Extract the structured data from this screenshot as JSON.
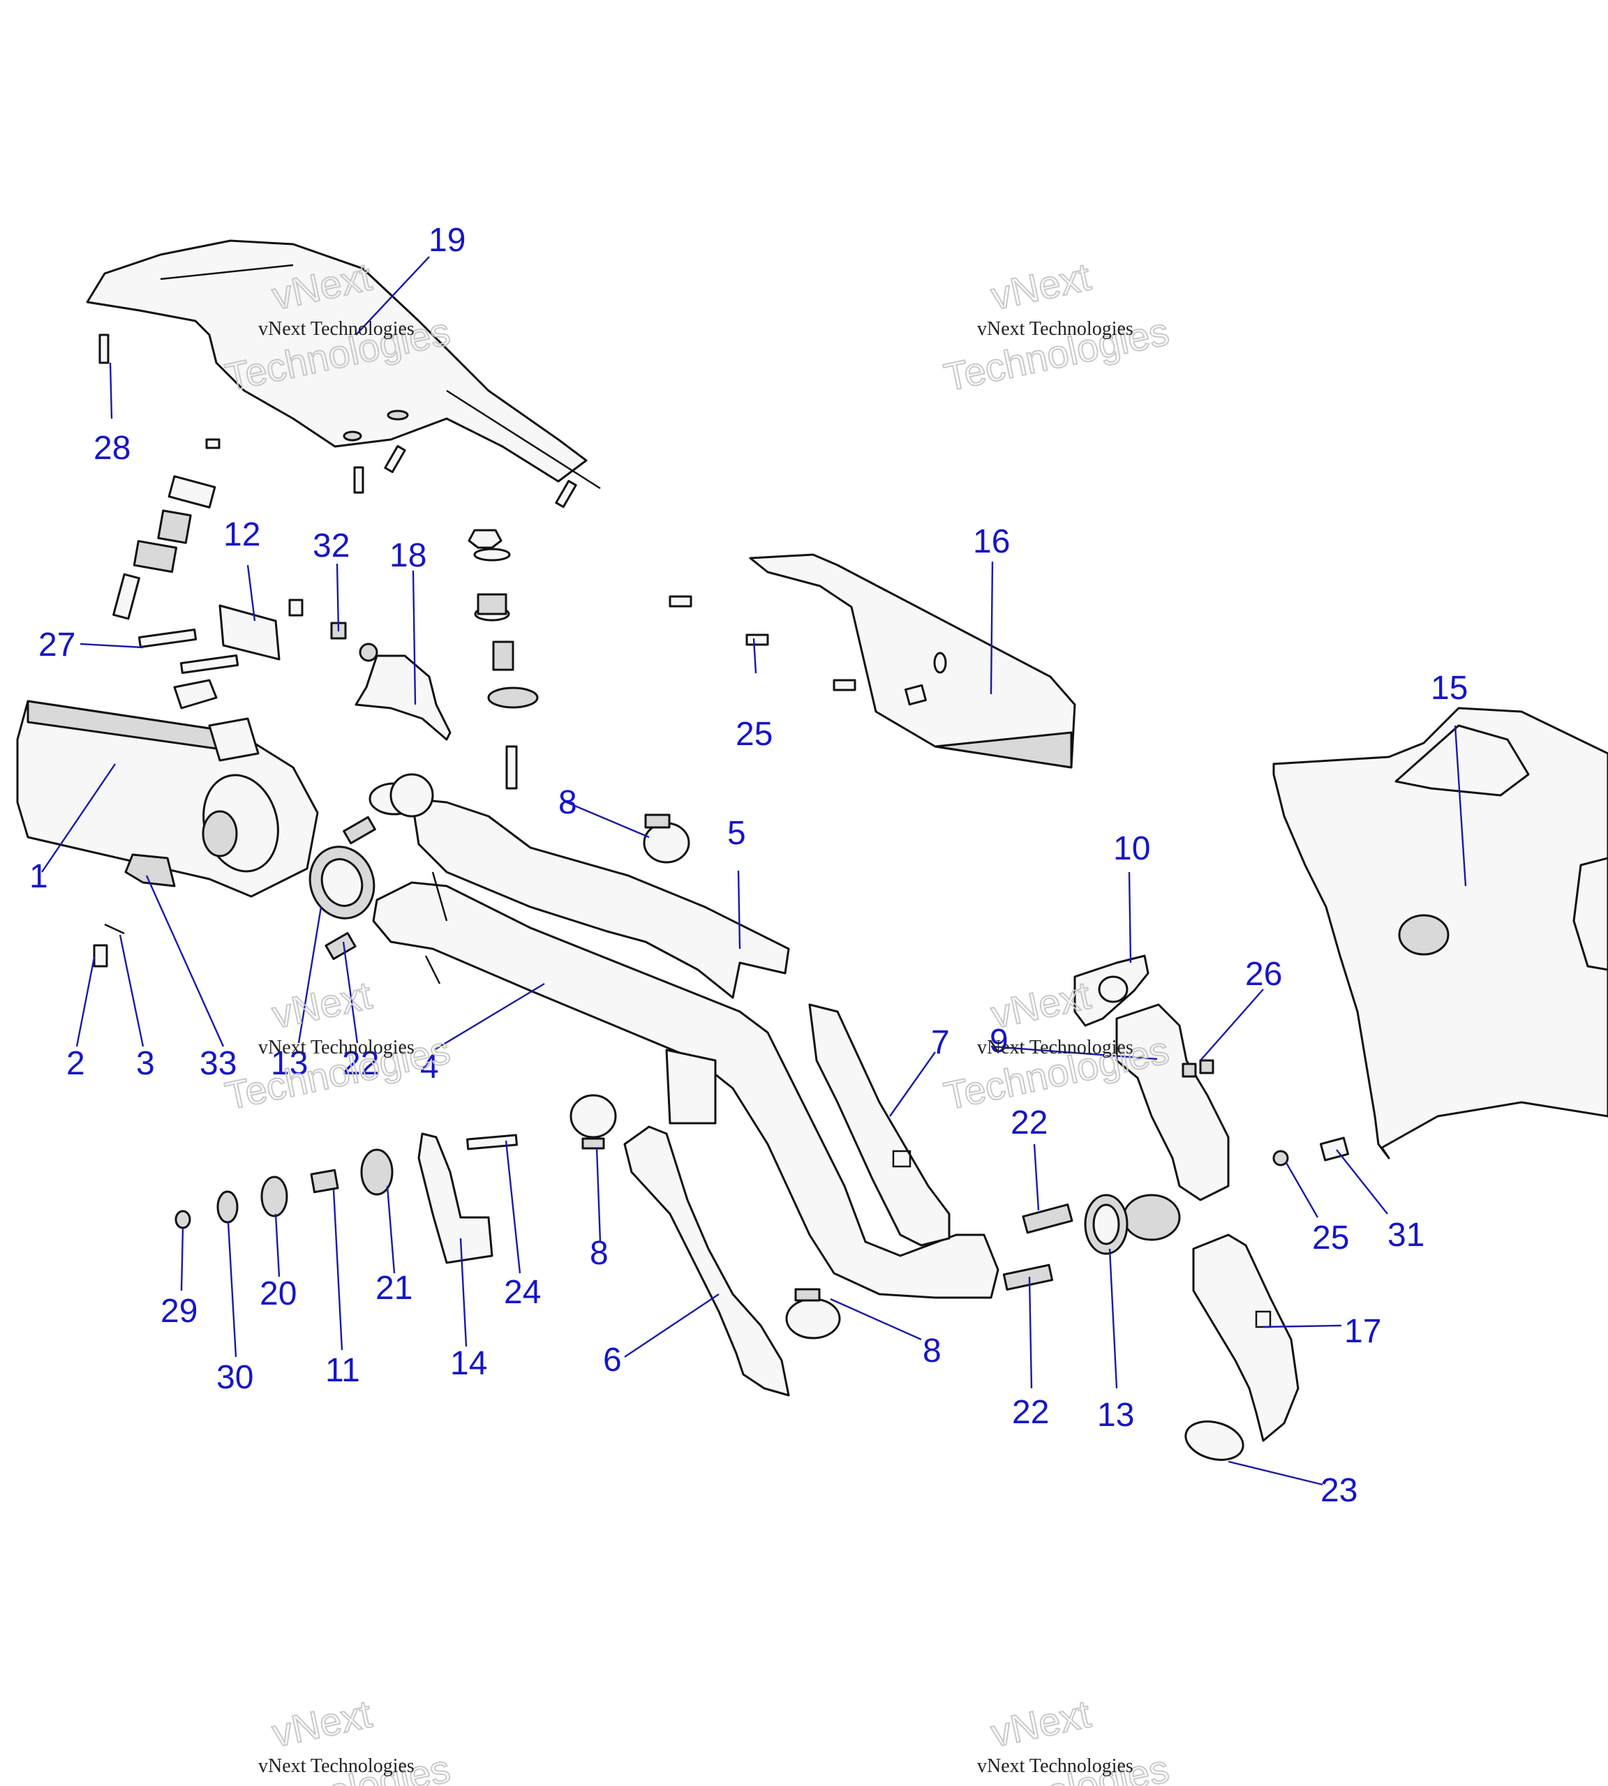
{
  "watermark": {
    "line1": "vNext Technologies",
    "line2": "vNext",
    "line3": "Technologies"
  },
  "callouts": {
    "c1": "1",
    "c2": "2",
    "c3": "3",
    "c4": "4",
    "c5": "5",
    "c6": "6",
    "c7": "7",
    "c8a": "8",
    "c8b": "8",
    "c8c": "8",
    "c9": "9",
    "c10": "10",
    "c11": "11",
    "c12": "12",
    "c13a": "13",
    "c13b": "13",
    "c14": "14",
    "c15": "15",
    "c16": "16",
    "c17": "17",
    "c18": "18",
    "c19": "19",
    "c20": "20",
    "c21": "21",
    "c22a": "22",
    "c22b": "22",
    "c22c": "22",
    "c23": "23",
    "c24": "24",
    "c25a": "25",
    "c25b": "25",
    "c26": "26",
    "c27": "27",
    "c28": "28",
    "c29": "29",
    "c30": "30",
    "c31": "31",
    "c32": "32",
    "c33": "33"
  },
  "colors": {
    "callout": "#1515c8",
    "line": "#111111",
    "shade": "#d9d9d9"
  }
}
